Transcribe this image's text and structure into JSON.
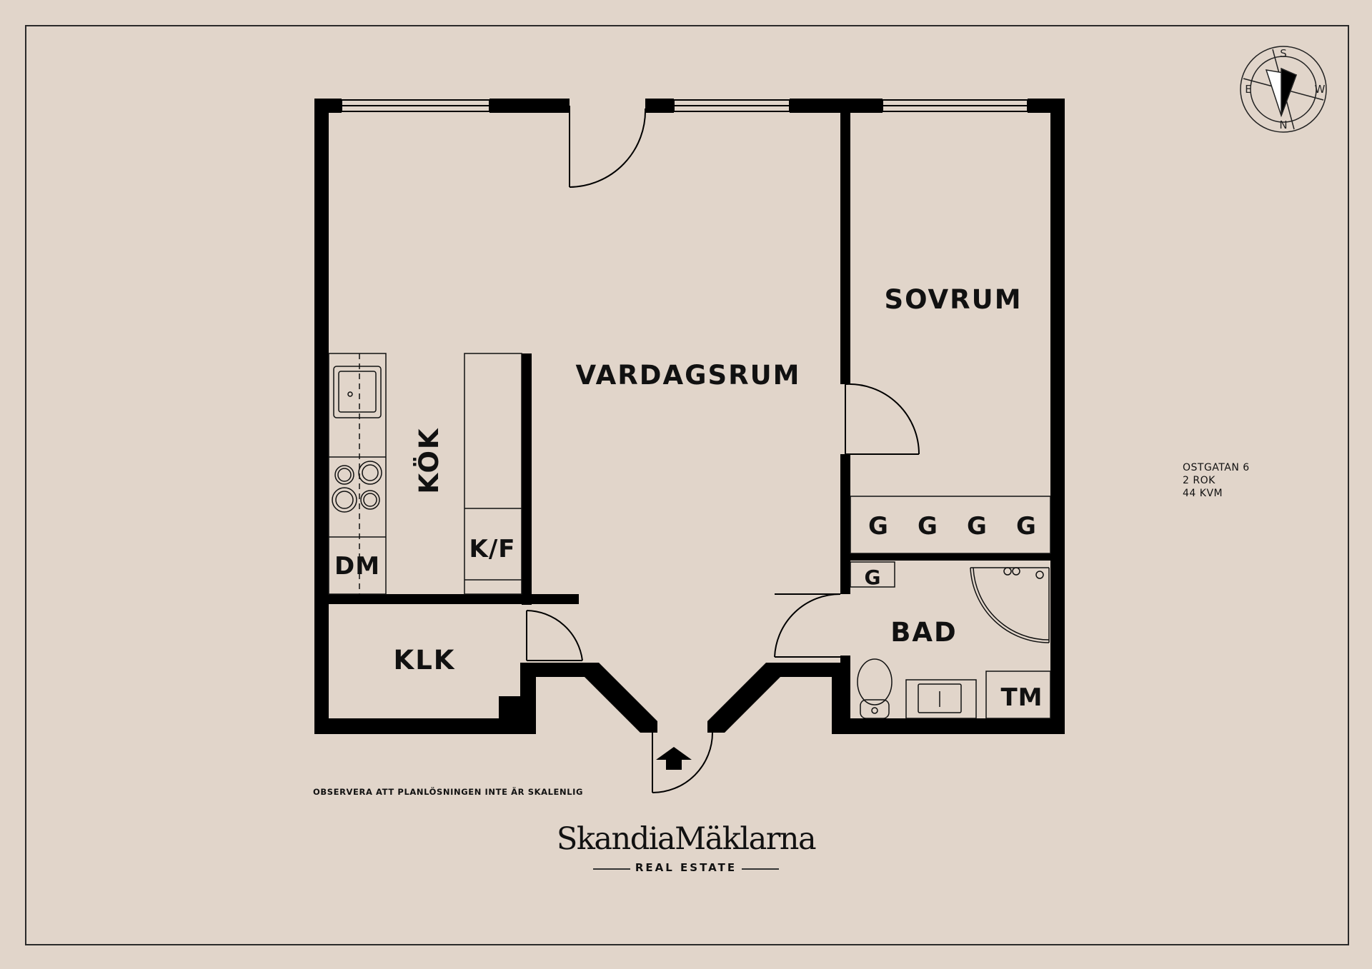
{
  "listing": {
    "address": "OSTGATAN 6",
    "rooms": "2 ROK",
    "area": "44 KVM"
  },
  "rooms": {
    "vardagsrum": "VARDAGSRUM",
    "sovrum": "SOVRUM",
    "kok": "KÖK",
    "klk": "KLK",
    "bad": "BAD",
    "dm": "DM",
    "kf": "K/F",
    "tm": "TM",
    "garderob": "G"
  },
  "compass": {
    "s": "S",
    "w": "W",
    "n": "N",
    "e": "E"
  },
  "disclaimer": "OBSERVERA ATT PLANLÖSNINGEN INTE ÄR SKALENLIG",
  "brand": {
    "name": "SkandiaMäklarna",
    "tagline": "REAL ESTATE"
  },
  "colors": {
    "background": "#e1d5ca",
    "wall": "#000000",
    "line": "#111111"
  }
}
